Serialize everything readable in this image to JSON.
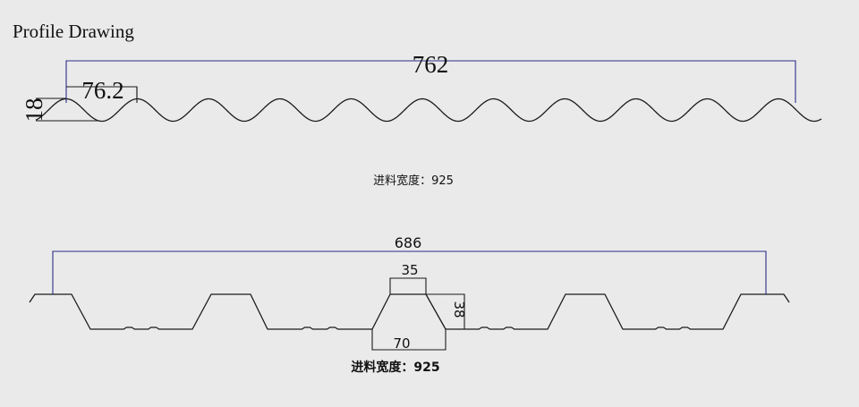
{
  "title": "Profile Drawing",
  "corrugated_profile": {
    "overall_width": "762",
    "pitch": "76.2",
    "height": "18",
    "feed_width_note": "进料宽度：925"
  },
  "trapezoidal_profile": {
    "cover_width": "686",
    "rib_top_width": "35",
    "rib_bottom_width": "70",
    "rib_height": "38",
    "feed_width_note": "进料宽度：925"
  }
}
